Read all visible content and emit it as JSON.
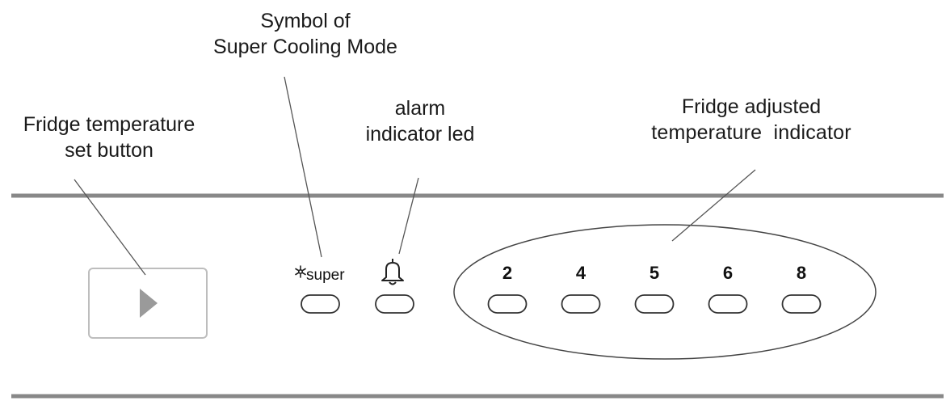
{
  "callouts": {
    "super_cooling": {
      "line1": "Symbol of",
      "line2": "Super Cooling Mode"
    },
    "alarm": {
      "line1": "alarm",
      "line2": "indicator led"
    },
    "set_button": {
      "line1": "Fridge temperature",
      "line2": "set button"
    },
    "adjusted_temp": {
      "line1": "Fridge adjusted",
      "line2": "temperature  indicator"
    }
  },
  "panel": {
    "super_label": "super",
    "temperature_levels": [
      "2",
      "4",
      "5",
      "6",
      "8"
    ],
    "icons": {
      "set_button_glyph": "play-triangle-icon",
      "super_mode": "snowflake-icon",
      "alarm": "bell-icon"
    }
  },
  "colors": {
    "rail": "#888888",
    "line": "#555555",
    "button_outline": "#333333",
    "set_button_border": "#bbbbbb",
    "triangle": "#9a9a9a"
  }
}
